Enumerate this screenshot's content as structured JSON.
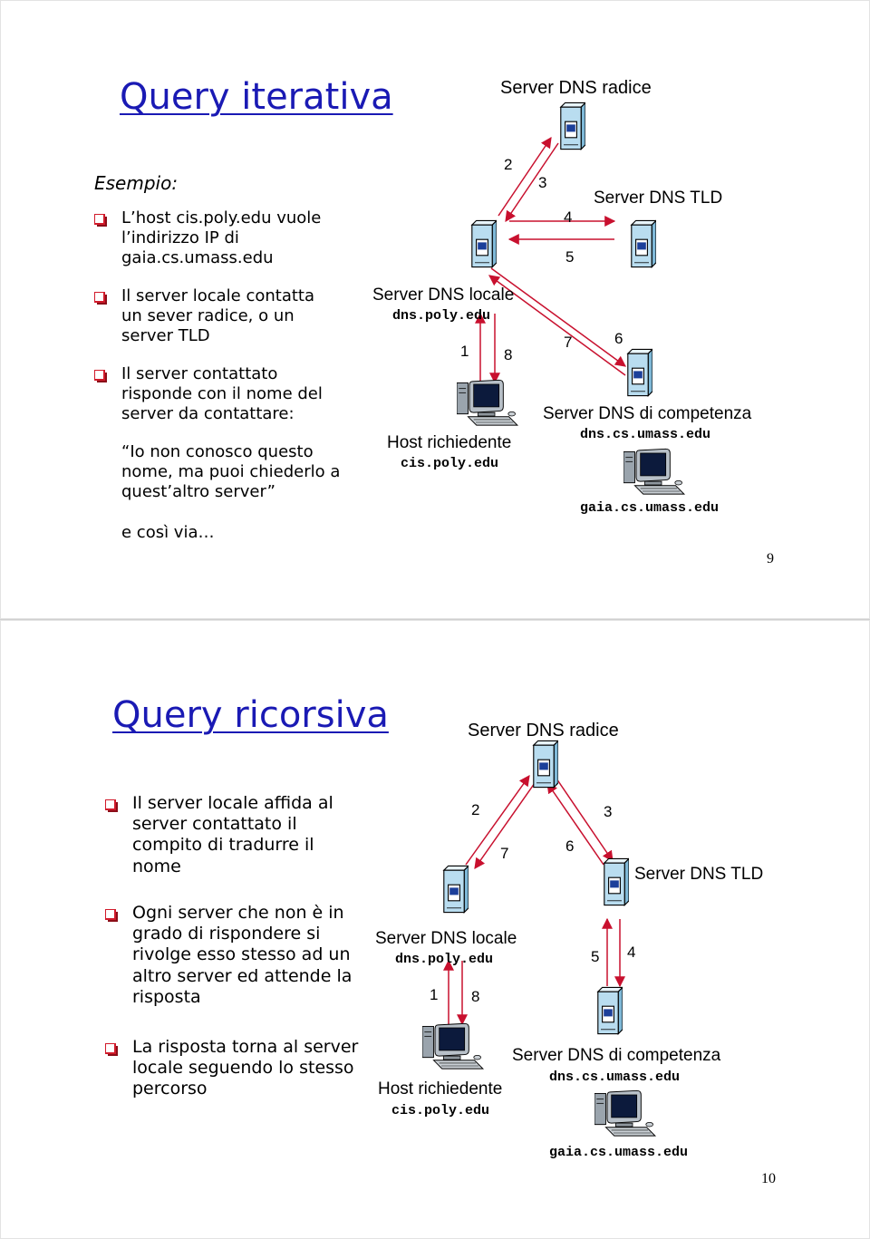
{
  "slide1": {
    "title": "Query iterativa",
    "example_label": "Esempio:",
    "bullets": [
      "L’host cis.poly.edu vuole l’indirizzo IP di gaia.cs.umass.edu",
      "Il server locale contatta un sever radice, o un server TLD",
      "Il server contattato risponde con il nome del server da contattare:"
    ],
    "quote": "“Io non conosco questo nome, ma puoi chiederlo a quest’altro server”",
    "etc": "e così via…",
    "root_server": "Server DNS radice",
    "tld_server": "Server DNS TLD",
    "local_server": "Server DNS locale",
    "local_host": "dns.poly.edu",
    "auth_server": "Server DNS di competenza",
    "auth_host": "dns.cs.umass.edu",
    "requesting_host": "Host richiedente",
    "requesting_host_name": "cis.poly.edu",
    "target_host": "gaia.cs.umass.edu",
    "steps": [
      "1",
      "2",
      "3",
      "4",
      "5",
      "6",
      "7",
      "8"
    ],
    "page_number": "9"
  },
  "slide2": {
    "title": "Query ricorsiva",
    "bullets": [
      "Il server locale affida al server contattato il compito di tradurre il nome",
      "Ogni server che non è in grado di rispondere si rivolge esso stesso ad un altro server ed attende la risposta",
      "La risposta torna al server locale seguendo lo stesso percorso"
    ],
    "root_server": "Server DNS radice",
    "tld_server": "Server DNS TLD",
    "local_server": "Server DNS locale",
    "local_host": "dns.poly.edu",
    "auth_server": "Server DNS di competenza",
    "auth_host": "dns.cs.umass.edu",
    "requesting_host": "Host richiedente",
    "requesting_host_name": "cis.poly.edu",
    "target_host": "gaia.cs.umass.edu",
    "steps": [
      "1",
      "2",
      "3",
      "4",
      "5",
      "6",
      "7",
      "8"
    ],
    "page_number": "10"
  },
  "colors": {
    "title": "#1a1ab4",
    "arrow": "#c8102e",
    "server_face": "#b9ddf0",
    "bullet": "#d11a2a"
  },
  "icons": [
    "server-icon",
    "computer-icon",
    "bullet-icon"
  ]
}
